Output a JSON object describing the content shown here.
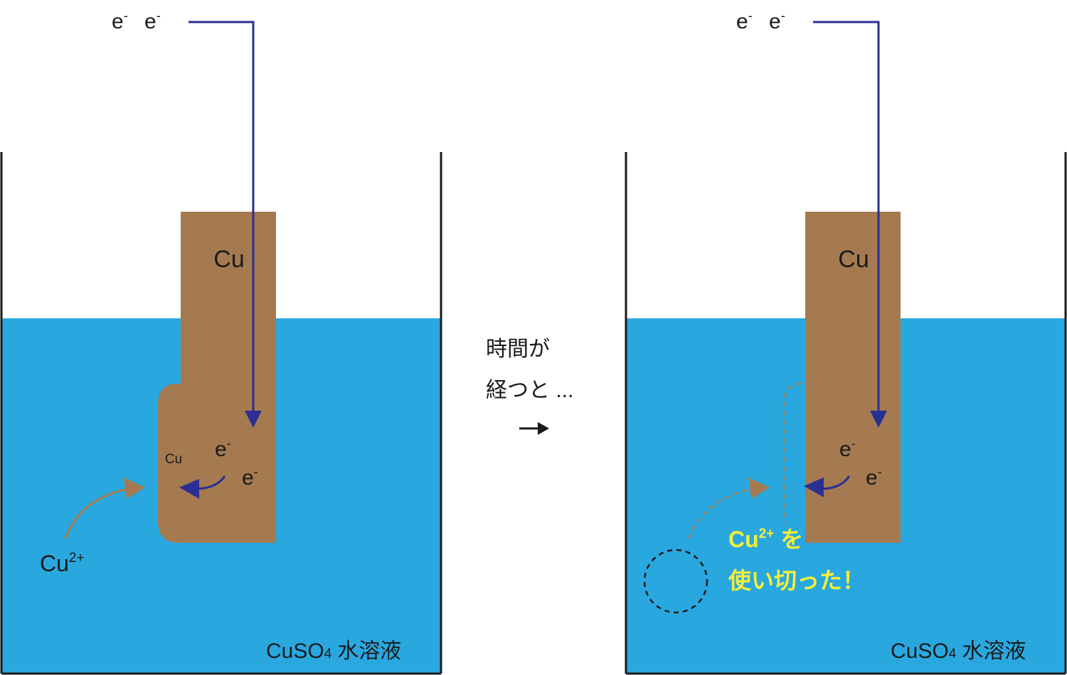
{
  "colors": {
    "solution": "#29a8e0",
    "copper": "#a57a50",
    "electron_arrow": "#2b2f93",
    "ion_arrow": "#a57a50",
    "highlight_text": "#f5ee3a",
    "beaker_wall": "#1a1a1a"
  },
  "left": {
    "electron_1": "e",
    "electron_2": "e",
    "electron_sup": "-",
    "electrode_label": "Cu",
    "deposit_label": "Cu",
    "inner_electron_1": "e",
    "inner_electron_2": "e",
    "ion_base": "Cu",
    "ion_sup": "2+",
    "solution_formula": "CuSO",
    "solution_sub": "4",
    "solution_name": "水溶液"
  },
  "middle": {
    "line1": "時間が",
    "line2": "経つと ...",
    "arrow": "→"
  },
  "right": {
    "electron_1": "e",
    "electron_2": "e",
    "electron_sup": "-",
    "electrode_label": "Cu",
    "inner_electron_1": "e",
    "inner_electron_2": "e",
    "used_up_ion_base": "Cu",
    "used_up_ion_sup": "2+",
    "used_up_line1_suffix": " を",
    "used_up_line2": "使い切った！",
    "solution_formula": "CuSO",
    "solution_sub": "4",
    "solution_name": "水溶液"
  }
}
